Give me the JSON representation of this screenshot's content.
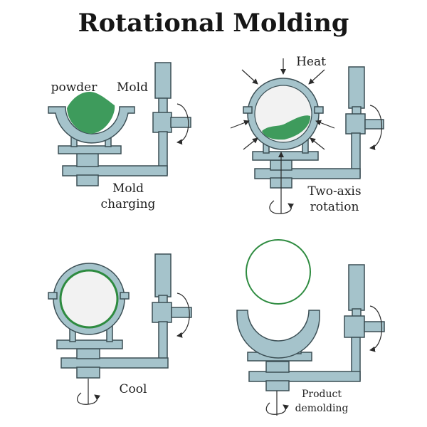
{
  "title": "Rotational Molding",
  "labels": {
    "powder": "powder",
    "mold": "Mold",
    "mold_charging_1": "Mold",
    "mold_charging_2": "charging",
    "heat": "Heat",
    "two_axis_1": "Two-axis",
    "two_axis_2": "rotation",
    "cool": "Cool",
    "product_demolding_1": "Product",
    "product_demolding_2": "demolding"
  },
  "colors": {
    "machine_fill": "#a5c3cb",
    "machine_stroke": "#3c4f55",
    "powder": "#3e9b5c",
    "mold_interior": "#f2f2f2",
    "product_ring": "#2e8b40"
  }
}
